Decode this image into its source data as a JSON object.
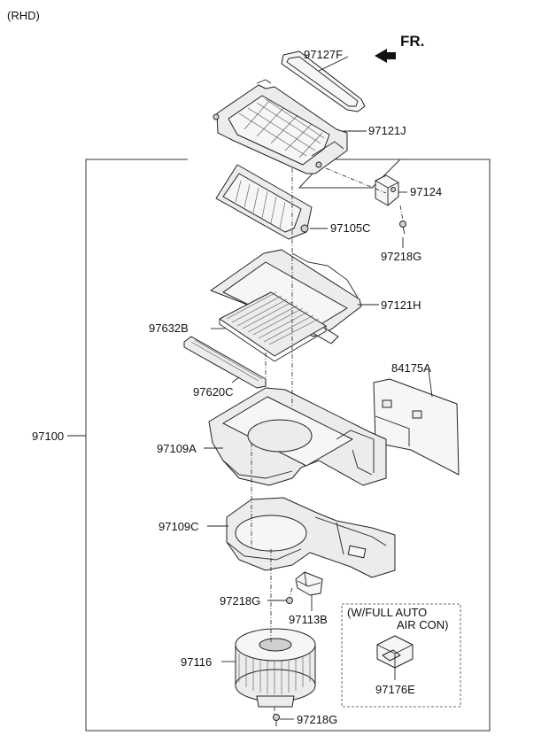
{
  "header": {
    "variant": "(RHD)",
    "direction": "FR."
  },
  "callouts": {
    "p97127F": "97127F",
    "p97121J": "97121J",
    "p97124": "97124",
    "p97105C": "97105C",
    "p97218G_top": "97218G",
    "p97121H": "97121H",
    "p97632B": "97632B",
    "p84175A": "84175A",
    "p97620C": "97620C",
    "p97100": "97100",
    "p97109A": "97109A",
    "p97109C": "97109C",
    "p97218G_mid": "97218G",
    "p97113B": "97113B",
    "p97116": "97116",
    "p97218G_bottom": "97218G",
    "p97176E": "97176E"
  },
  "option_box": {
    "line1": "(W/FULL AUTO",
    "line2": "AIR CON)"
  }
}
